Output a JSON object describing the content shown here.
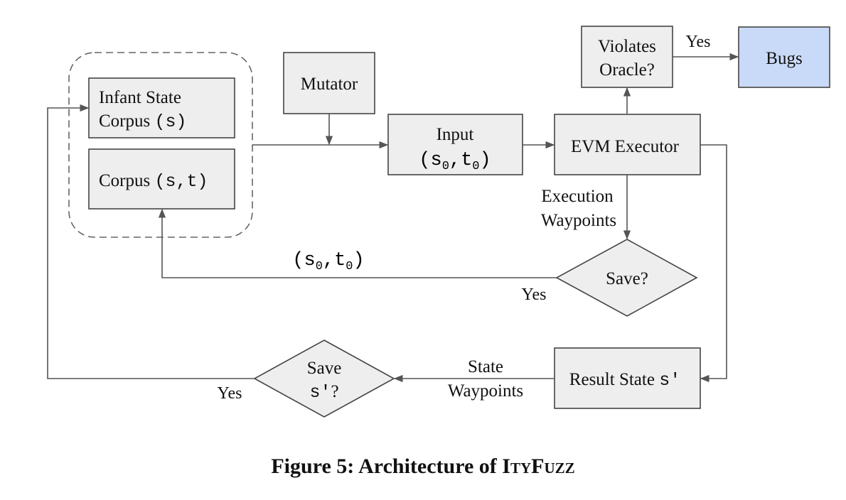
{
  "nodes": {
    "infant_state_corpus": {
      "line1": "Infant State",
      "line2_text": "Corpus ",
      "line2_code": "(s)"
    },
    "corpus": {
      "text": "Corpus ",
      "code": "(s,t)"
    },
    "mutator": {
      "label": "Mutator"
    },
    "input": {
      "line1": "Input",
      "code_open": "(s",
      "sub1": "0",
      "code_mid": ",t",
      "sub2": "0",
      "code_close": ")"
    },
    "evm_executor": {
      "label": "EVM Executor"
    },
    "violates_oracle": {
      "line1": "Violates",
      "line2": "Oracle?"
    },
    "bugs": {
      "label": "Bugs"
    },
    "save_decision": {
      "label": "Save?"
    },
    "result_state": {
      "text": "Result State ",
      "code": "s'"
    },
    "save_s_prime": {
      "line1": "Save",
      "code": "s'",
      "suffix": "?"
    }
  },
  "edge_labels": {
    "yes_bugs": "Yes",
    "execution_waypoints_1": "Execution",
    "execution_waypoints_2": "Waypoints",
    "feedback_code_open": "(s",
    "feedback_sub1": "0",
    "feedback_code_mid": ",t",
    "feedback_sub2": "0",
    "feedback_code_close": ")",
    "yes_save": "Yes",
    "state_waypoints_1": "State",
    "state_waypoints_2": "Waypoints",
    "yes_save_s_prime": "Yes"
  },
  "caption": {
    "prefix": "Figure 5: Architecture of ",
    "name": "ItyFuzz"
  },
  "colors": {
    "box_fill": "#eeeeee",
    "bugs_fill": "#c9daf8",
    "stroke": "#444444"
  }
}
